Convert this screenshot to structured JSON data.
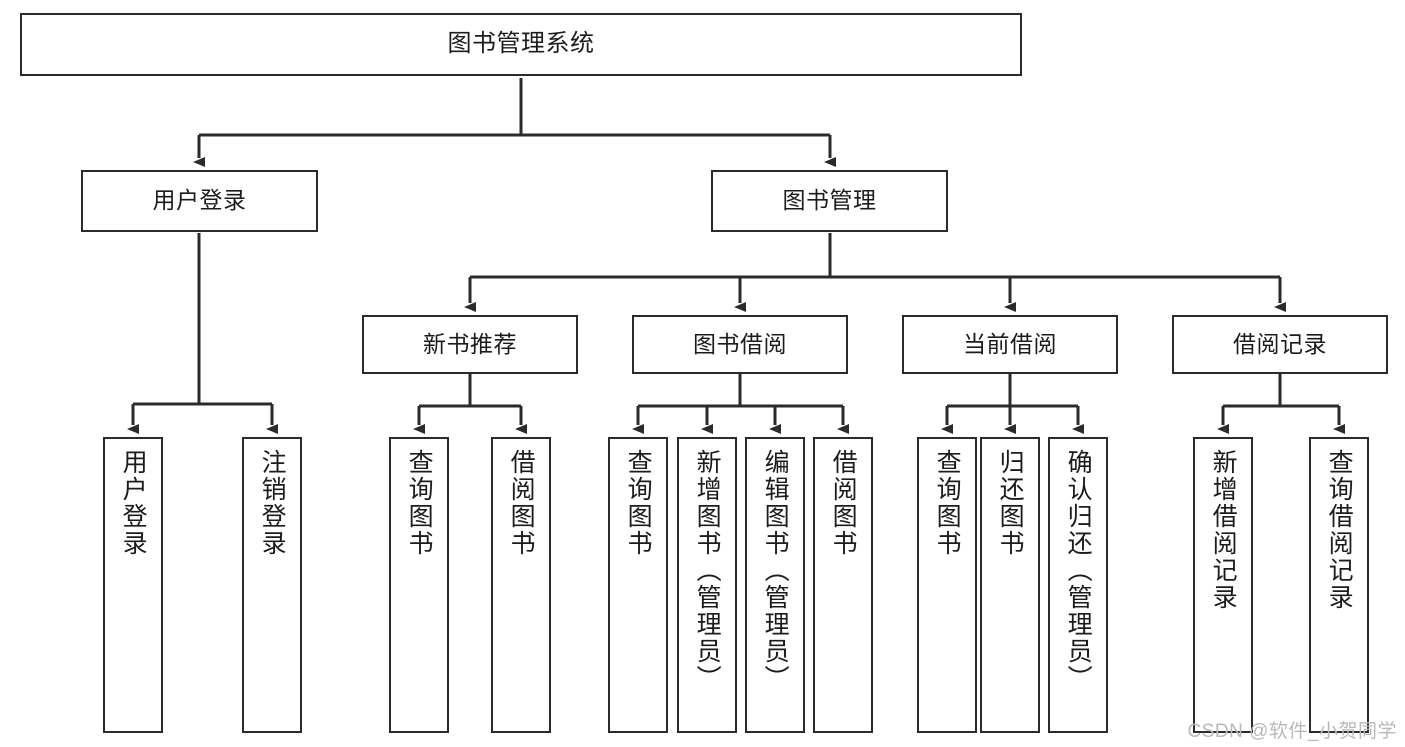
{
  "diagram": {
    "type": "tree-hierarchy",
    "title": "图书管理系统",
    "watermark": "CSDN @软件_小贺同学",
    "colors": {
      "node_border": "#2b2b2b",
      "node_fill": "#ffffff",
      "edge": "#2b2b2b",
      "text": "#1c1c1c",
      "watermark": "#b9b9b9",
      "background": "#ffffff"
    },
    "nodes": {
      "root": {
        "label": "图书管理系统"
      },
      "level2": [
        {
          "id": "user-login",
          "label": "用户登录"
        },
        {
          "id": "book-manage",
          "label": "图书管理"
        }
      ],
      "level3": [
        {
          "id": "new-book-recommend",
          "label": "新书推荐"
        },
        {
          "id": "book-borrow",
          "label": "图书借阅"
        },
        {
          "id": "current-borrow",
          "label": "当前借阅"
        },
        {
          "id": "borrow-record",
          "label": "借阅记录"
        }
      ],
      "leaves": {
        "user_login": [
          {
            "id": "leaf-user-login",
            "label": "用户登录"
          },
          {
            "id": "leaf-logout-login",
            "label": "注销登录"
          }
        ],
        "new_book_recommend": [
          {
            "id": "leaf-query-book-1",
            "label": "查询图书"
          },
          {
            "id": "leaf-borrow-book-1",
            "label": "借阅图书"
          }
        ],
        "book_borrow": [
          {
            "id": "leaf-query-book-2",
            "label": "查询图书"
          },
          {
            "id": "leaf-add-book",
            "label": "新增图书（管理员）"
          },
          {
            "id": "leaf-edit-book",
            "label": "编辑图书（管理员）"
          },
          {
            "id": "leaf-borrow-book-2",
            "label": "借阅图书"
          }
        ],
        "current_borrow": [
          {
            "id": "leaf-query-book-3",
            "label": "查询图书"
          },
          {
            "id": "leaf-return-book",
            "label": "归还图书"
          },
          {
            "id": "leaf-confirm-return",
            "label": "确认归还（管理员）"
          }
        ],
        "borrow_record": [
          {
            "id": "leaf-add-record",
            "label": "新增借阅记录"
          },
          {
            "id": "leaf-query-record",
            "label": "查询借阅记录"
          }
        ]
      }
    }
  }
}
